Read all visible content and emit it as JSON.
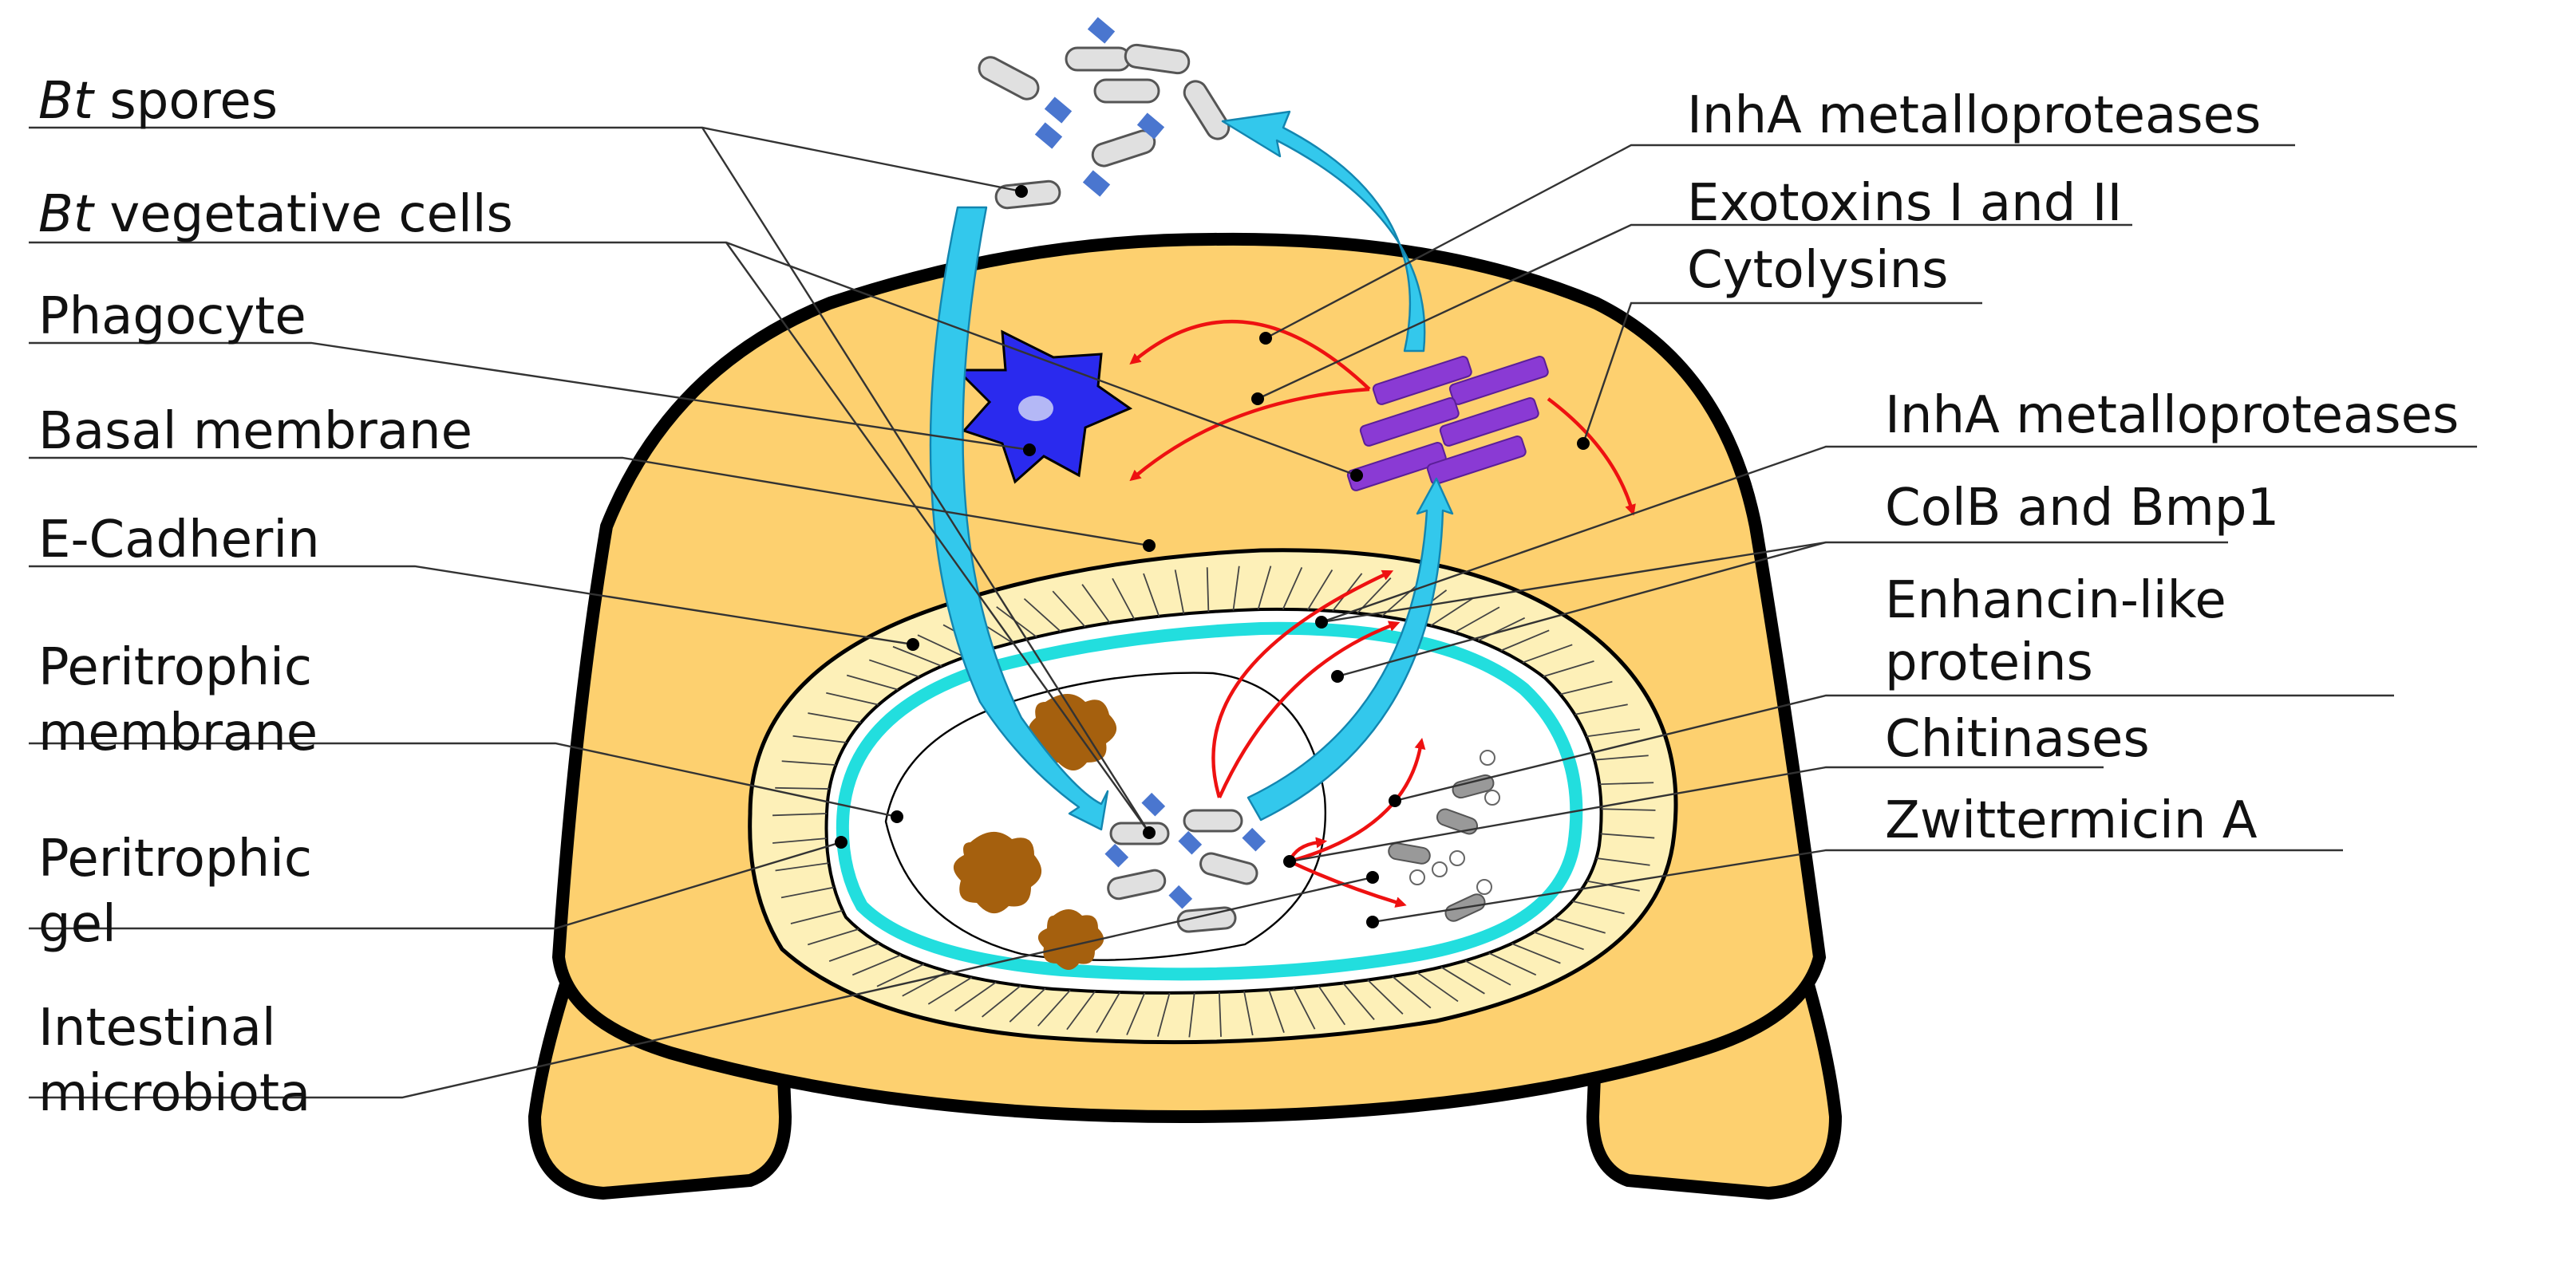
{
  "labels_left": {
    "bt_spores_prefix": "Bt",
    "bt_spores_suffix": "spores",
    "bt_vegetative_prefix": "Bt",
    "bt_vegetative_suffix": "vegetative cells",
    "phagocyte": "Phagocyte",
    "basal_membrane": "Basal membrane",
    "e_cadherin": "E-Cadherin",
    "peritrophic_membrane_1": "Peritrophic",
    "peritrophic_membrane_2": "membrane",
    "peritrophic_gel_1": "Peritrophic",
    "peritrophic_gel_2": "gel",
    "intestinal_microbiota_1": "Intestinal",
    "intestinal_microbiota_2": "microbiota"
  },
  "labels_right": {
    "inha_upper": "InhA metalloproteases",
    "exotoxins": "Exotoxins I and II",
    "cytolysins": "Cytolysins",
    "inha_lower": "InhA metalloproteases",
    "colb_bmp1": "ColB and Bmp1",
    "enhancin_1": "Enhancin-like",
    "enhancin_2": "proteins",
    "chitinases": "Chitinases",
    "zwittermicin": "Zwittermicin A"
  },
  "colors": {
    "body_fill": "#fdd06f",
    "outline": "#000000",
    "epithelium_fill": "#fdf0b8",
    "lumen_fill": "#ffffff",
    "peritrophic_membrane": "#22dede",
    "transport_arrow": "#33c8ec",
    "transport_arrow_edge": "#1386b0",
    "action_arrow": "#ee1111",
    "phagocyte_fill": "#2a2aee",
    "phagocyte_nucleus": "#b4b8f6",
    "toxin_crystal": "#8a3ad4",
    "spore_fill": "#e0e0e0",
    "spore_edge": "#555555",
    "vegetative_blue": "#4a76cf",
    "microbiota_brown": "#a5600e",
    "enzyme_gray": "#999999",
    "leader_line": "#333333"
  }
}
